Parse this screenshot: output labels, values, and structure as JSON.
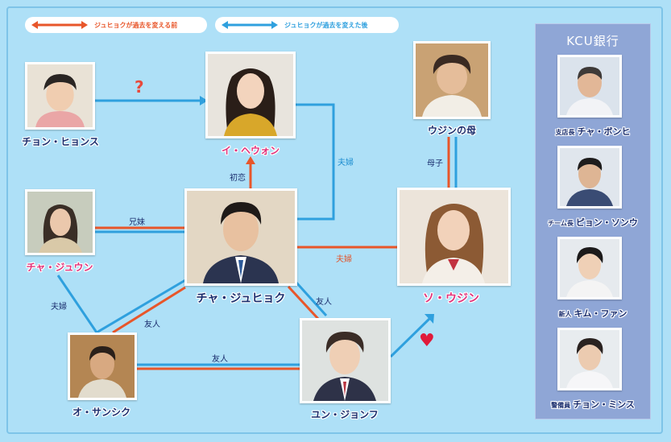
{
  "legend": {
    "before": {
      "label": "ジュヒョクが過去を変える前",
      "color": "#e8562a"
    },
    "after": {
      "label": "ジュヒョクが過去を変えた後",
      "color": "#2fa0de"
    }
  },
  "colors": {
    "red": "#e8562a",
    "blue": "#2fa0de",
    "bank_bg": "#8fa6d6"
  },
  "characters": {
    "hyunsu": {
      "name": "チョン・ヒョンス"
    },
    "hewon": {
      "name": "イ・ヘウォン"
    },
    "ujin_mother": {
      "name": "ウジンの母"
    },
    "jueun": {
      "name": "チャ・ジュウン"
    },
    "juhyuk": {
      "name": "チャ・ジュヒョク"
    },
    "ujin": {
      "name": "ソ・ウジン"
    },
    "sansik": {
      "name": "オ・サンシク"
    },
    "jonghu": {
      "name": "ユン・ジョンフ"
    }
  },
  "relations": {
    "hyunsu_hewon": "?",
    "first_love": "初恋",
    "couple_after": "夫婦",
    "mother_child": "母子",
    "siblings": "兄妹",
    "couple_before": "夫婦",
    "couple_jueun_sansik": "夫婦",
    "friend_juhyuk_sansik": "友人",
    "friend_juhyuk_jonghu": "友人",
    "friend_sansik_jonghu": "友人"
  },
  "bank": {
    "title": "KCU銀行",
    "members": [
      {
        "role": "支店長",
        "name": "チャ・ボンヒ"
      },
      {
        "role": "チーム長",
        "name": "ピョン・ソンウ"
      },
      {
        "role": "新人",
        "name": "キム・ファン"
      },
      {
        "role": "警備員",
        "name": "チョン・ミンス"
      }
    ]
  }
}
